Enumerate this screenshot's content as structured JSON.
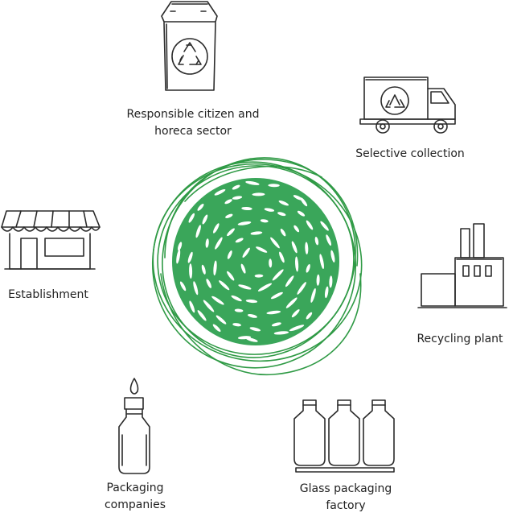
{
  "colors": {
    "accent_green": "#3aa65a",
    "ring_green": "#2f9a45",
    "ink": "#2b2b2b",
    "background": "#ffffff"
  },
  "nodes": {
    "citizen": {
      "line1": "Responsible citizen and",
      "line2": "horeca sector",
      "icon": "recycling-bin-icon"
    },
    "collection": {
      "line1": "Selective collection",
      "icon": "recycling-truck-icon"
    },
    "plant": {
      "line1": "Recycling plant",
      "icon": "factory-icon"
    },
    "factory": {
      "line1": "Glass packaging",
      "line2": "factory",
      "icon": "glass-jars-icon"
    },
    "packaging": {
      "line1": "Packaging",
      "line2": "companies",
      "icon": "bottle-icon"
    },
    "establishment": {
      "line1": "Establishment",
      "icon": "shop-icon"
    }
  },
  "center": {
    "icon": "glass-cullet-circle-icon"
  }
}
